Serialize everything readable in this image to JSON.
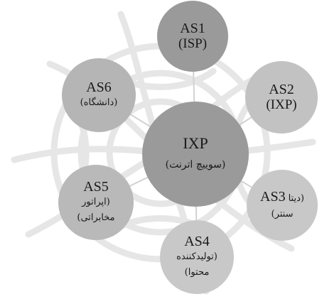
{
  "center": {
    "name": "IXP",
    "desc": "(سوییچ اترنت)"
  },
  "nodes": {
    "as1": {
      "name": "AS1",
      "desc": "(ISP)"
    },
    "as2": {
      "name": "AS2",
      "desc": "(IXP)"
    },
    "as3": {
      "name": "AS3",
      "desc_line1": "(دیتا",
      "desc_line2": "سنتر)"
    },
    "as4": {
      "name": "AS4",
      "desc_line1": "(تولیدکننده",
      "desc_line2": "محتوا)"
    },
    "as5": {
      "name": "AS5",
      "desc_line1": "(اپراتور",
      "desc_line2": "مخابراتی)"
    },
    "as6": {
      "name": "AS6",
      "desc": "(دانشگاه)"
    }
  }
}
